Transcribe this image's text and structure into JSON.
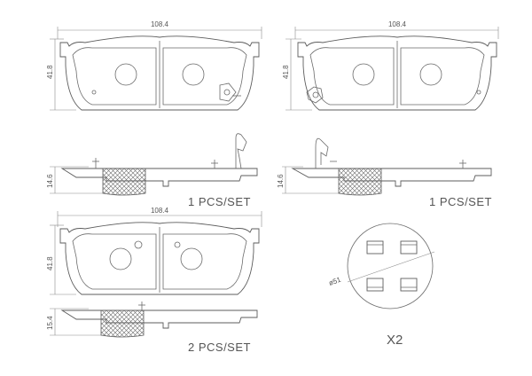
{
  "views": {
    "pad_a": {
      "width_dim": "108.4",
      "height_dim": "41.8",
      "thickness_dim": "14.6",
      "qty_label": "1 PCS/SET"
    },
    "pad_b": {
      "width_dim": "108.4",
      "height_dim": "41.8",
      "thickness_dim": "14.6",
      "qty_label": "1 PCS/SET"
    },
    "pad_c": {
      "width_dim": "108.4",
      "height_dim": "41.8",
      "thickness_dim": "15.4",
      "qty_label": "2 PCS/SET"
    }
  },
  "accessory": {
    "diameter_dim": "ø51",
    "multiplier": "X2"
  }
}
